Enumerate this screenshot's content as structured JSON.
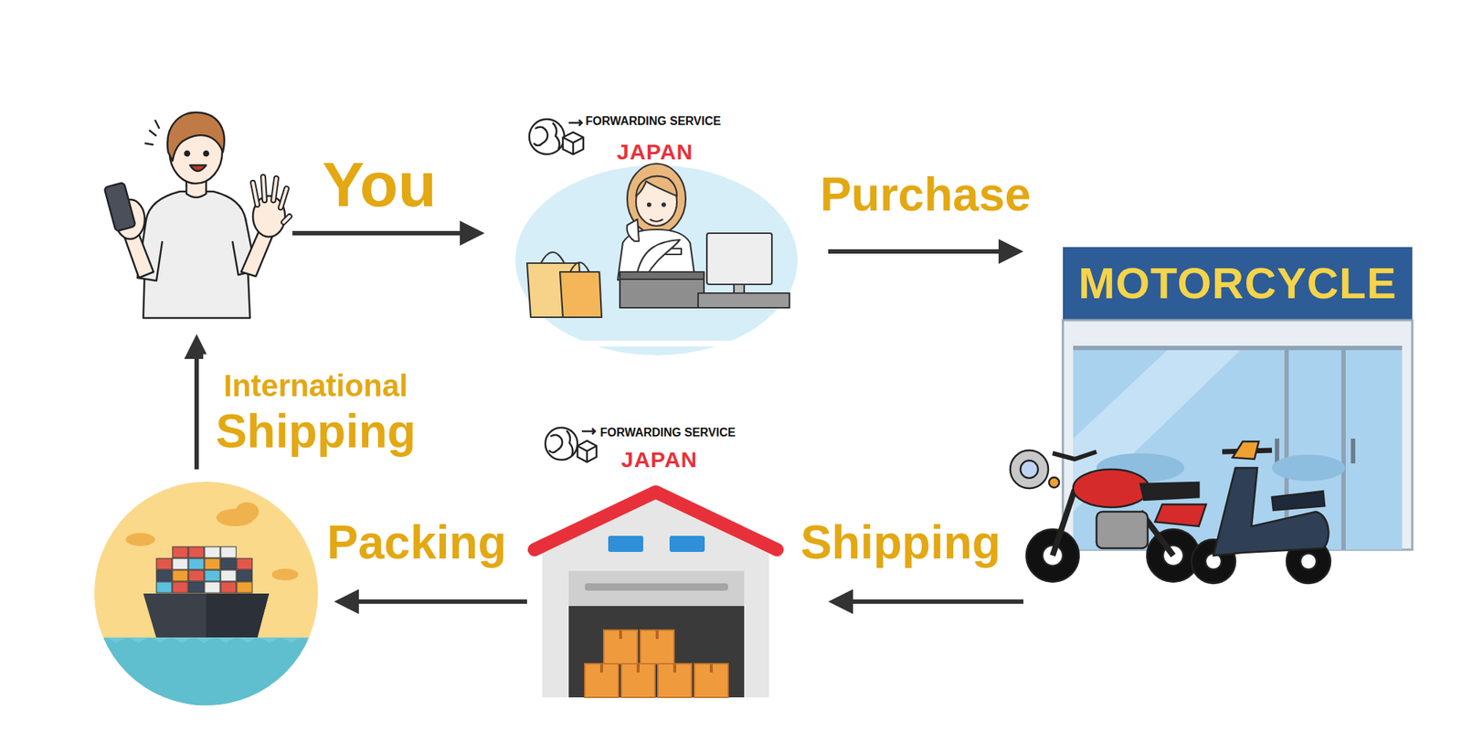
{
  "diagram": {
    "nodes": [
      {
        "text": []
      },
      {
        "text": [
          "FORWARDING SERVICE",
          "JAPAN"
        ]
      },
      {
        "text": [
          "MOTORCYCLE"
        ]
      },
      {
        "text": [
          "FORWARDING SERVICE",
          "JAPAN"
        ]
      },
      {
        "text": []
      }
    ],
    "edges": [
      {
        "from": 0,
        "to": 1,
        "arrow": "to",
        "label": "You"
      },
      {
        "from": 1,
        "to": 2,
        "arrow": "to",
        "label": "Purchase"
      },
      {
        "from": 2,
        "to": 3,
        "arrow": "to",
        "label": "Shipping"
      },
      {
        "from": 3,
        "to": 4,
        "arrow": "to",
        "label": "Packing"
      },
      {
        "from": 4,
        "to": 0,
        "arrow": "to",
        "label": "International Shipping"
      }
    ]
  }
}
